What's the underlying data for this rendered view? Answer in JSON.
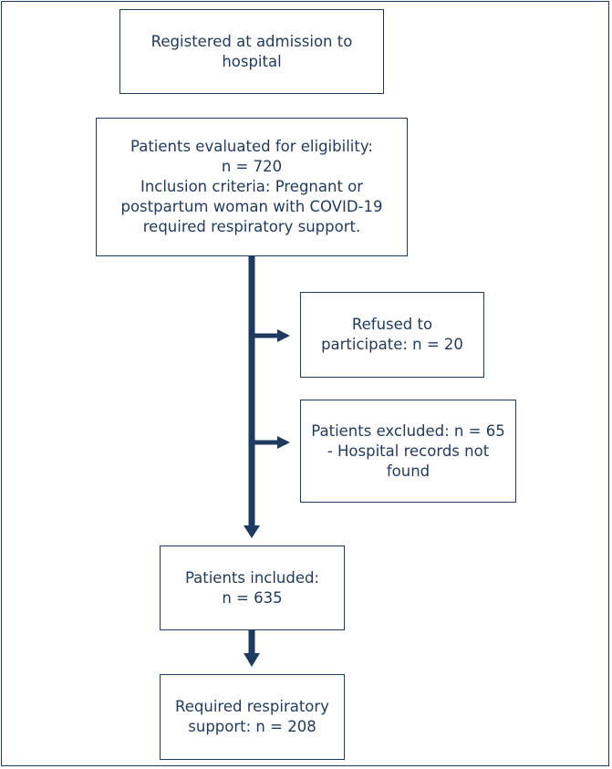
{
  "flowchart": {
    "registered": [
      "Registered at admission to",
      "hospital"
    ],
    "evaluated": [
      "Patients evaluated for eligibility:",
      "n = 720",
      "Inclusion criteria: Pregnant or",
      "postpartum woman with COVID-19",
      "required respiratory support."
    ],
    "refused": [
      "Refused to",
      "participate: n = 20"
    ],
    "excluded": [
      "Patients excluded: n = 65",
      "- Hospital records not",
      "found"
    ],
    "included": [
      "Patients included:",
      "n = 635"
    ],
    "respiratory": [
      "Required respiratory",
      "support: n = 208"
    ]
  },
  "colors": {
    "stroke": "#1f3a5f",
    "text": "#1f3a5f",
    "background": "#ffffff"
  }
}
